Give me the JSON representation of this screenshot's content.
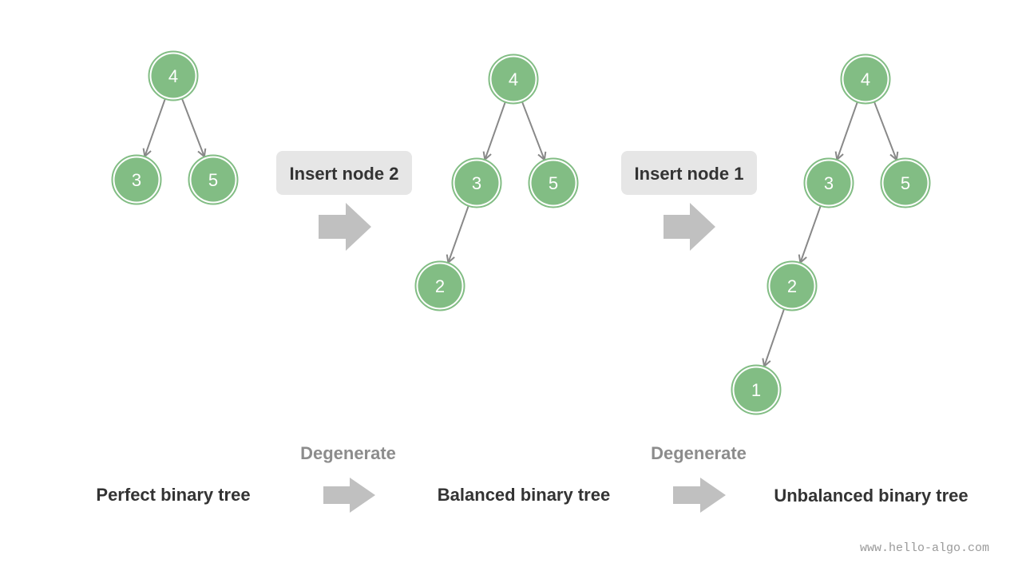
{
  "colors": {
    "node_fill": "#82bd84",
    "node_ring": "#82bd84",
    "edge": "#888888",
    "arrow": "#c0c0c0",
    "step_box": "#e6e6e6",
    "caption_text": "#333333",
    "degenerate_text": "#8c8c8c"
  },
  "trees": [
    {
      "caption": "Perfect binary tree",
      "nodes": [
        {
          "id": "p4",
          "label": "4"
        },
        {
          "id": "p3",
          "label": "3"
        },
        {
          "id": "p5",
          "label": "5"
        }
      ],
      "edges": [
        [
          "p4",
          "p3"
        ],
        [
          "p4",
          "p5"
        ]
      ]
    },
    {
      "caption": "Balanced binary tree",
      "nodes": [
        {
          "id": "b4",
          "label": "4"
        },
        {
          "id": "b3",
          "label": "3"
        },
        {
          "id": "b5",
          "label": "5"
        },
        {
          "id": "b2",
          "label": "2"
        }
      ],
      "edges": [
        [
          "b4",
          "b3"
        ],
        [
          "b4",
          "b5"
        ],
        [
          "b3",
          "b2"
        ]
      ]
    },
    {
      "caption": "Unbalanced binary tree",
      "nodes": [
        {
          "id": "u4",
          "label": "4"
        },
        {
          "id": "u3",
          "label": "3"
        },
        {
          "id": "u5",
          "label": "5"
        },
        {
          "id": "u2",
          "label": "2"
        },
        {
          "id": "u1",
          "label": "1"
        }
      ],
      "edges": [
        [
          "u4",
          "u3"
        ],
        [
          "u4",
          "u5"
        ],
        [
          "u3",
          "u2"
        ],
        [
          "u2",
          "u1"
        ]
      ]
    }
  ],
  "steps": [
    {
      "label": "Insert node 2",
      "transition": "Degenerate"
    },
    {
      "label": "Insert node 1",
      "transition": "Degenerate"
    }
  ],
  "watermark": "www.hello-algo.com"
}
